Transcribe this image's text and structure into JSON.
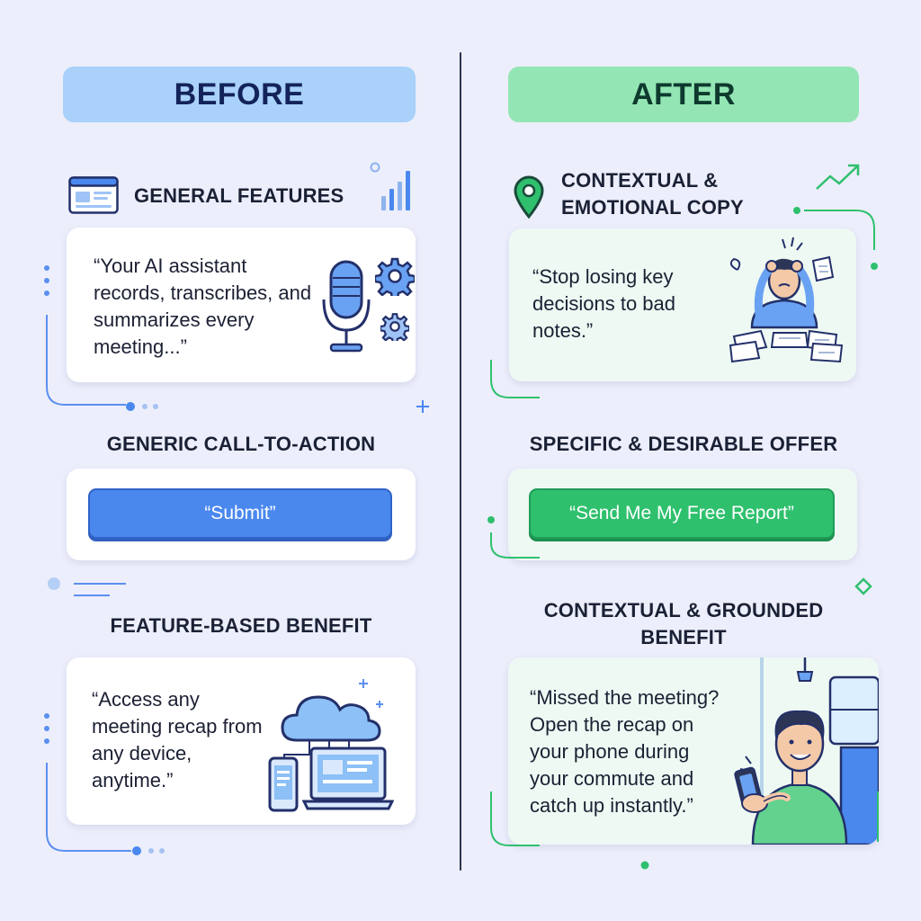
{
  "before": {
    "title": "BEFORE",
    "sections": [
      {
        "heading": "GENERAL FEATURES",
        "quote": "“Your AI assistant records, transcribes, and summarizes every meeting...”"
      },
      {
        "heading": "GENERIC CALL-TO-ACTION",
        "button_label": "“Submit”"
      },
      {
        "heading": "FEATURE-BASED BENEFIT",
        "quote": "“Access any meeting recap from any device, anytime.”"
      }
    ]
  },
  "after": {
    "title": "AFTER",
    "sections": [
      {
        "heading_line1": "CONTEXTUAL &",
        "heading_line2": "EMOTIONAL COPY",
        "quote": "“Stop losing key decisions to bad notes.”"
      },
      {
        "heading": "SPECIFIC & DESIRABLE OFFER",
        "button_label": "“Send Me My Free Report”"
      },
      {
        "heading_line1": "CONTEXTUAL & GROUNDED",
        "heading_line2": "BENEFIT",
        "quote": "“Missed the meeting? Open the recap on your phone during your commute and catch up instantly.”"
      }
    ]
  },
  "colors": {
    "background": "#ECEEFB",
    "before_accent": "#4A88EE",
    "after_accent": "#2FC06E",
    "before_banner": "#A9D1FA",
    "after_banner": "#93E6B4"
  },
  "icons": [
    "browser-window-icon",
    "bar-chart-icon",
    "location-pin-icon",
    "trending-up-icon",
    "microphone-icon",
    "gear-icon",
    "stressed-person-illustration",
    "cloud-sync-icon",
    "smartphone-icon",
    "laptop-icon",
    "commuter-with-phone-illustration"
  ]
}
